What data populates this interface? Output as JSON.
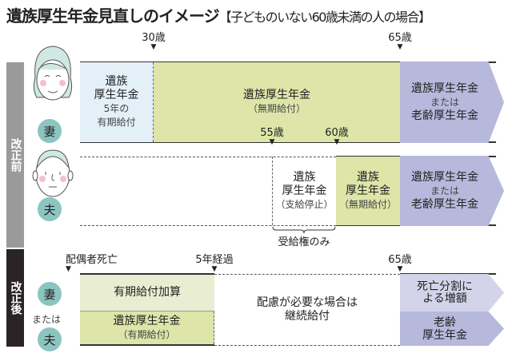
{
  "title": {
    "main": "遺族厚生年金見直しのイメージ",
    "sub": "【子どものいない60歳未満の人の場合】"
  },
  "before": {
    "label": "改正前",
    "wife": {
      "badge": "妻",
      "mark_30": "30歳",
      "mark_65": "65歳",
      "seg1": {
        "title1": "遺族",
        "title2": "厚生年金",
        "note1": "5年の",
        "note2": "有期給付"
      },
      "seg2": {
        "title": "遺族厚生年金",
        "note": "（無期給付）"
      },
      "seg3": {
        "line1": "遺族厚生年金",
        "line2": "または",
        "line3": "老齢厚生年金"
      }
    },
    "husband": {
      "badge": "夫",
      "mark_55": "55歳",
      "mark_60": "60歳",
      "seg1": {
        "title1": "遺族",
        "title2": "厚生年金",
        "note": "（支給停止）"
      },
      "seg2": {
        "title1": "遺族",
        "title2": "厚生年金",
        "note": "（無期給付）"
      },
      "seg3": {
        "line1": "遺族厚生年金",
        "line2": "または",
        "line3": "老齢厚生年金"
      },
      "brace_label": "受給権のみ"
    }
  },
  "after": {
    "label": "改正後",
    "badge_wife": "妻",
    "or": "または",
    "badge_husband": "夫",
    "mark_death": "配偶者死亡",
    "mark_5y": "5年経過",
    "mark_65": "65歳",
    "seg1_top": "有期給付加算",
    "seg1_bottom": {
      "title": "遺族厚生年金",
      "note": "（有期給付）"
    },
    "seg2": {
      "line1": "配慮が必要な場合は",
      "line2": "継続給付"
    },
    "seg3_top": {
      "line1": "死亡分割に",
      "line2": "よる増額"
    },
    "seg3_bottom": {
      "line1": "老齢",
      "line2": "厚生年金"
    }
  },
  "colors": {
    "blue": "#e3f0f8",
    "green": "#dde5a8",
    "lightgreen": "#e9eed2",
    "purple": "#b7b9dc",
    "lightpurple": "#d3d4ea",
    "teal": "#8cc5c0"
  }
}
